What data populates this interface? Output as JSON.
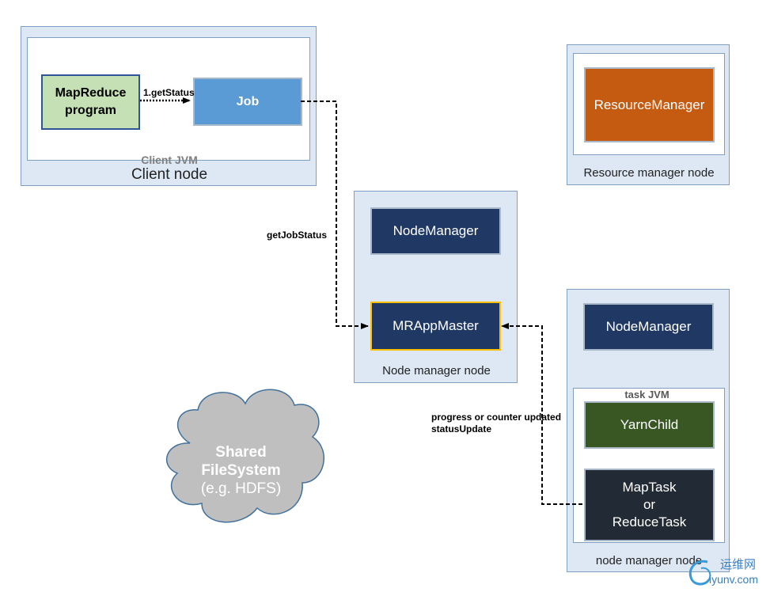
{
  "client": {
    "node_label": "Client node",
    "jvm_label": "Client JVM",
    "program_line1": "MapReduce",
    "program_line2": "program",
    "job_label": "Job"
  },
  "resource_manager": {
    "box_label": "ResourceManager",
    "node_label": "Resource manager node"
  },
  "node_manager_node": {
    "nm_label": "NodeManager",
    "mram_label": "MRAppMaster",
    "node_label": "Node manager node"
  },
  "task_node": {
    "nm_label": "NodeManager",
    "jvm_label": "task JVM",
    "yarnchild_label": "YarnChild",
    "task_line1": "MapTask",
    "task_line2": "or",
    "task_line3": "ReduceTask",
    "node_label": "node manager node"
  },
  "arrows": {
    "get_status": "1.getStatus",
    "get_job_status": "getJobStatus",
    "progress_line1": "progress or counter updated",
    "progress_line2": "statusUpdate"
  },
  "filesystem": {
    "line1": "Shared",
    "line2": "FileSystem",
    "line3": "(e.g. HDFS)"
  },
  "watermark": {
    "text_cn": "运维网",
    "text_url": "iyunv.com"
  },
  "colors": {
    "program_green": "#c5e0b4",
    "job_blue": "#5b9bd5",
    "resource_orange": "#c55a11",
    "navy": "#203864",
    "yarnchild_green": "#385723",
    "task_dark": "#222a35",
    "mram_border": "#ffc000"
  }
}
